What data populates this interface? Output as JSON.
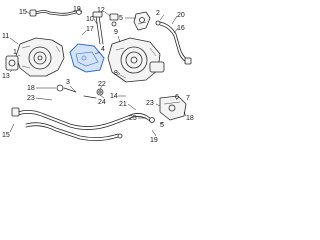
{
  "accent_color": "#2f6fd6",
  "labels": [
    {
      "id": "lbl-15-top",
      "text": "15"
    },
    {
      "id": "lbl-19-top",
      "text": "19"
    },
    {
      "id": "lbl-10",
      "text": "10"
    },
    {
      "id": "lbl-12",
      "text": "12"
    },
    {
      "id": "lbl-5-top",
      "text": "5"
    },
    {
      "id": "lbl-2",
      "text": "2"
    },
    {
      "id": "lbl-20",
      "text": "20"
    },
    {
      "id": "lbl-16",
      "text": "16"
    },
    {
      "id": "lbl-4",
      "text": "4"
    },
    {
      "id": "lbl-17",
      "text": "17"
    },
    {
      "id": "lbl-11",
      "text": "11"
    },
    {
      "id": "lbl-1",
      "text": "1"
    },
    {
      "id": "lbl-13",
      "text": "13"
    },
    {
      "id": "lbl-3",
      "text": "3"
    },
    {
      "id": "lbl-9",
      "text": "9"
    },
    {
      "id": "lbl-8",
      "text": "8"
    },
    {
      "id": "lbl-14",
      "text": "14"
    },
    {
      "id": "lbl-18-left",
      "text": "18"
    },
    {
      "id": "lbl-22",
      "text": "22"
    },
    {
      "id": "lbl-23-left",
      "text": "23"
    },
    {
      "id": "lbl-24",
      "text": "24"
    },
    {
      "id": "lbl-21",
      "text": "21"
    },
    {
      "id": "lbl-23-right",
      "text": "23"
    },
    {
      "id": "lbl-18-right",
      "text": "18"
    },
    {
      "id": "lbl-6",
      "text": "6"
    },
    {
      "id": "lbl-7",
      "text": "7"
    },
    {
      "id": "lbl-25",
      "text": "25"
    },
    {
      "id": "lbl-5-bottom",
      "text": "5"
    },
    {
      "id": "lbl-19-bottom",
      "text": "19"
    },
    {
      "id": "lbl-15-bottom",
      "text": "15"
    }
  ]
}
